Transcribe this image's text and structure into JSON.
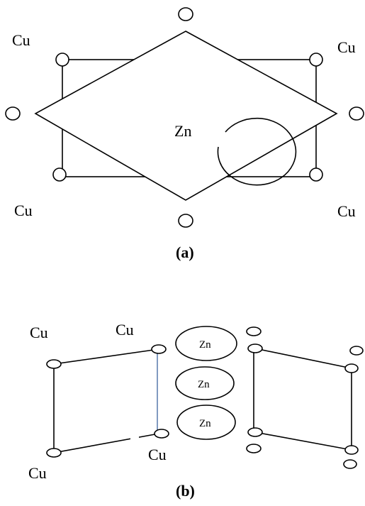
{
  "diagram_a": {
    "caption": "(a)",
    "center_label": "Zn",
    "corner_labels": {
      "top_left": "Cu",
      "top_right": "Cu",
      "bottom_left": "Cu",
      "bottom_right": "Cu"
    }
  },
  "diagram_b": {
    "caption": "(b)",
    "zn_labels": [
      "Zn",
      "Zn",
      "Zn"
    ],
    "cu_labels": {
      "top_left": "Cu",
      "top_middle": "Cu",
      "bottom_middle": "Cu",
      "bottom_left": "Cu"
    }
  },
  "colors": {
    "line": "#000000",
    "accent_edge": "#4a6fa5"
  }
}
